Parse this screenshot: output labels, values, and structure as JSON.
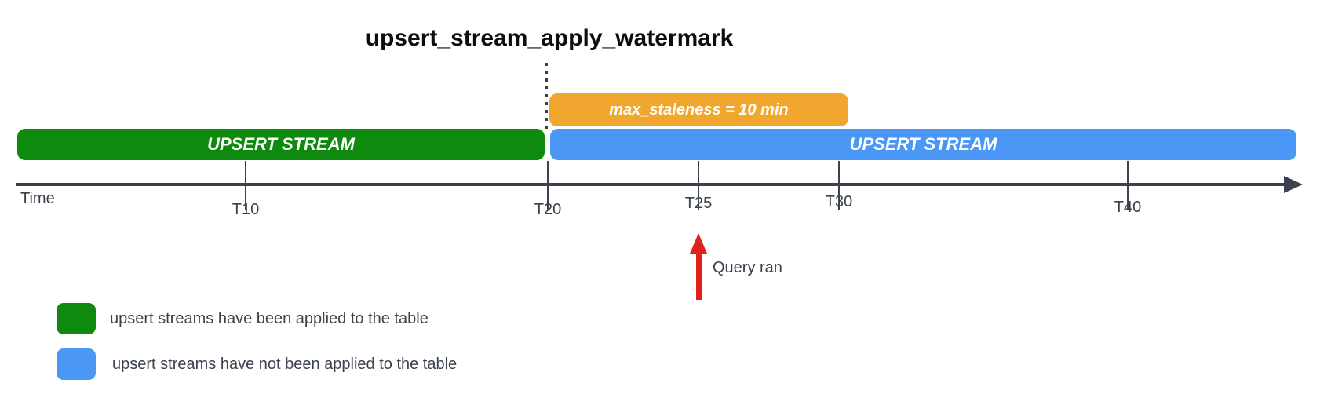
{
  "title": "upsert_stream_apply_watermark",
  "bars": {
    "staleness": {
      "label": "max_staleness = 10 min",
      "color": "#f0a62f"
    },
    "applied": {
      "label": "UPSERT STREAM",
      "color": "#0e8b0e"
    },
    "unapplied": {
      "label": "UPSERT STREAM",
      "color": "#4a97f5"
    }
  },
  "timeline": {
    "axis_label": "Time",
    "ticks": [
      {
        "label": "T10"
      },
      {
        "label": "T20"
      },
      {
        "label": "T25"
      },
      {
        "label": "T30"
      },
      {
        "label": "T40"
      }
    ]
  },
  "annotations": {
    "query_ran": {
      "label": "Query ran",
      "at_tick": "T25",
      "arrow_color": "#e3211c"
    }
  },
  "legend": [
    {
      "label": "upsert streams have been applied to the table",
      "color": "#0e8b0e"
    },
    {
      "label": "upsert streams have not been applied to the table",
      "color": "#4a97f5"
    }
  ]
}
